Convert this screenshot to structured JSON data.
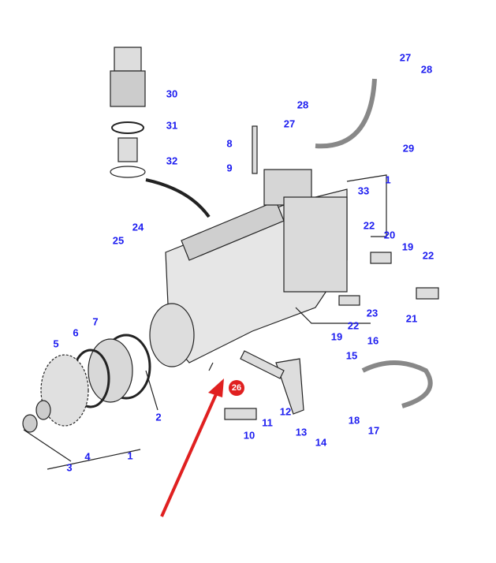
{
  "callouts": [
    {
      "id": "c30",
      "text": "30"
    },
    {
      "id": "c31",
      "text": "31"
    },
    {
      "id": "c32",
      "text": "32"
    },
    {
      "id": "c8",
      "text": "8"
    },
    {
      "id": "c9",
      "text": "9"
    },
    {
      "id": "c28a",
      "text": "28"
    },
    {
      "id": "c27a",
      "text": "27"
    },
    {
      "id": "c28b",
      "text": "28"
    },
    {
      "id": "c27b",
      "text": "27"
    },
    {
      "id": "c29",
      "text": "29"
    },
    {
      "id": "c33",
      "text": "33"
    },
    {
      "id": "c1a",
      "text": "1"
    },
    {
      "id": "c22a",
      "text": "22"
    },
    {
      "id": "c20",
      "text": "20"
    },
    {
      "id": "c19a",
      "text": "19"
    },
    {
      "id": "c22b",
      "text": "22"
    },
    {
      "id": "c21",
      "text": "21"
    },
    {
      "id": "c23",
      "text": "23"
    },
    {
      "id": "c22c",
      "text": "22"
    },
    {
      "id": "c19b",
      "text": "19"
    },
    {
      "id": "c24",
      "text": "24"
    },
    {
      "id": "c25",
      "text": "25"
    },
    {
      "id": "c16",
      "text": "16"
    },
    {
      "id": "c15",
      "text": "15"
    },
    {
      "id": "c18",
      "text": "18"
    },
    {
      "id": "c17",
      "text": "17"
    },
    {
      "id": "c7",
      "text": "7"
    },
    {
      "id": "c6",
      "text": "6"
    },
    {
      "id": "c5",
      "text": "5"
    },
    {
      "id": "c2",
      "text": "2"
    },
    {
      "id": "c4",
      "text": "4"
    },
    {
      "id": "c3",
      "text": "3"
    },
    {
      "id": "c1b",
      "text": "1"
    },
    {
      "id": "c10",
      "text": "10"
    },
    {
      "id": "c11",
      "text": "11"
    },
    {
      "id": "c12",
      "text": "12"
    },
    {
      "id": "c13",
      "text": "13"
    },
    {
      "id": "c14",
      "text": "14"
    }
  ],
  "highlight": {
    "text": "26",
    "color": "#e02020"
  },
  "label_color": "#1c1cf0"
}
